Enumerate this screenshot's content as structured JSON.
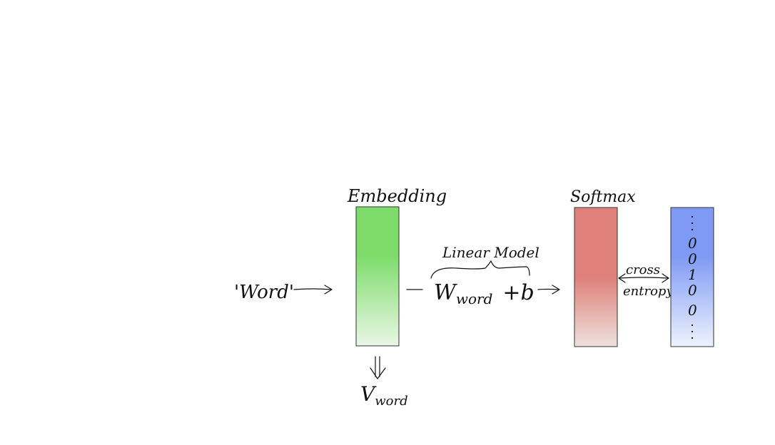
{
  "input_label": "'Word'",
  "embedding": {
    "label": "Embedding",
    "color": "#7ddc6a",
    "fade_color": "#eaf6e6"
  },
  "output_vector": {
    "base": "V",
    "subscript": "word"
  },
  "linear_model": {
    "label": "Linear Model",
    "weight": "W",
    "weight_subscript": "word",
    "bias": "+b"
  },
  "softmax": {
    "label": "Softmax",
    "color": "#e0807a",
    "fade_color": "#ede0dc"
  },
  "loss": {
    "line1": "cross",
    "line2": "entropy"
  },
  "one_hot": {
    "color": "#7f9af5",
    "fade_color": "#eef2fd",
    "values": [
      "0",
      "0",
      "1",
      "0",
      "0"
    ]
  }
}
